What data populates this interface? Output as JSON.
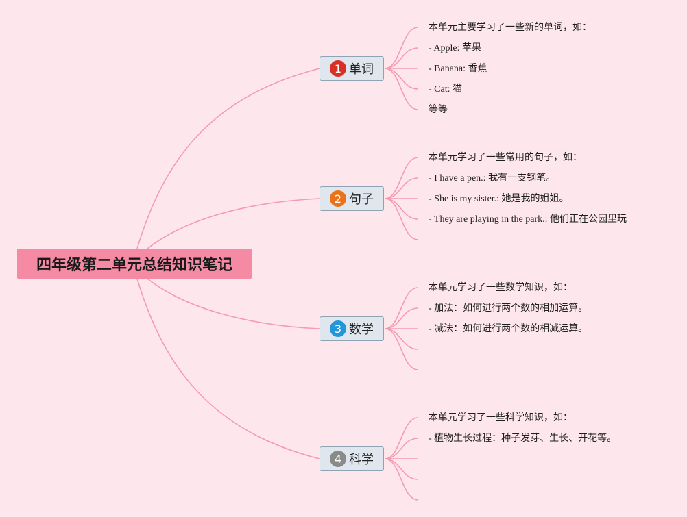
{
  "root": {
    "title": "四年级第二单元总结知识笔记"
  },
  "colors": {
    "background": "#fde6ec",
    "root_fill": "#f48aa3",
    "connector": "#f59ab3",
    "branch_fill": "#dfe6ee",
    "branch_border": "#8fa3b3"
  },
  "branches": [
    {
      "badge": "1",
      "badge_color": "#d93025",
      "label": "单词",
      "leaves": [
        "本单元主要学习了一些新的单词，如：",
        "- Apple: 苹果",
        "- Banana: 香蕉",
        "- Cat: 猫",
        "等等"
      ]
    },
    {
      "badge": "2",
      "badge_color": "#e8731c",
      "label": "句子",
      "leaves": [
        "本单元学习了一些常用的句子，如：",
        "- I have a pen.: 我有一支钢笔。",
        "- She is my sister.: 她是我的姐姐。",
        "- They are playing in the park.: 他们正在公园里玩",
        ""
      ]
    },
    {
      "badge": "3",
      "badge_color": "#2196d9",
      "label": "数学",
      "leaves": [
        "本单元学习了一些数学知识，如：",
        "- 加法：如何进行两个数的相加运算。",
        "- 减法：如何进行两个数的相减运算。",
        "",
        ""
      ]
    },
    {
      "badge": "4",
      "badge_color": "#8a8a8a",
      "label": "科学",
      "leaves": [
        "本单元学习了一些科学知识，如：",
        "- 植物生长过程：种子发芽、生长、开花等。",
        "",
        "",
        ""
      ]
    }
  ]
}
